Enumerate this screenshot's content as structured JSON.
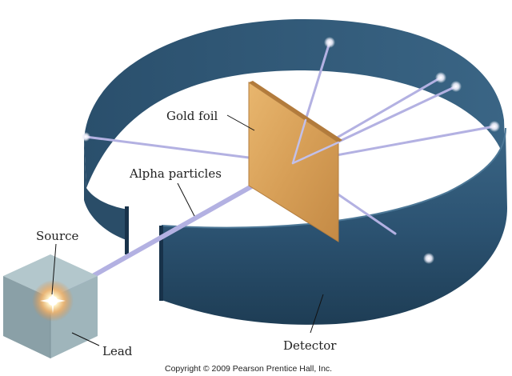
{
  "labels": {
    "gold_foil": "Gold foil",
    "alpha_particles": "Alpha particles",
    "source": "Source",
    "lead": "Lead",
    "detector": "Detector"
  },
  "copyright": "Copyright © 2009 Pearson Prentice Hall, Inc.",
  "colors": {
    "detector_band": "#2e5470",
    "detector_dark": "#1d3a52",
    "foil": "#d9a25a",
    "beam": "#a9a8dc",
    "lead_block": "#8fa7ad"
  },
  "icons": [
    "source-glow-icon",
    "impact-flash-icon"
  ]
}
